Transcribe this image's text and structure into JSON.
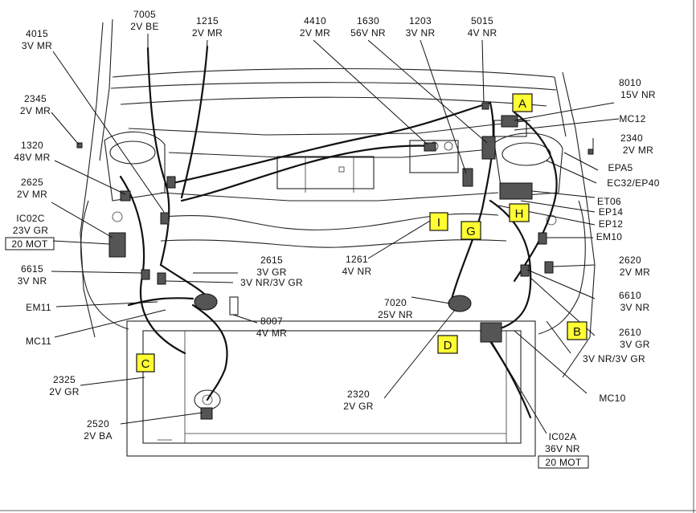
{
  "labels": {
    "c7005": {
      "code": "7005",
      "spec": "2V BE"
    },
    "c1215": {
      "code": "1215",
      "spec": "2V MR"
    },
    "c4015": {
      "code": "4015",
      "spec": "3V MR"
    },
    "c4410": {
      "code": "4410",
      "spec": "2V MR"
    },
    "c1630": {
      "code": "1630",
      "spec": "56V NR"
    },
    "c1203": {
      "code": "1203",
      "spec": "3V NR"
    },
    "c5015": {
      "code": "5015",
      "spec": "4V NR"
    },
    "c8010": {
      "code": "8010",
      "spec": "15V NR"
    },
    "c2345": {
      "code": "2345",
      "spec": "2V MR"
    },
    "c1320": {
      "code": "1320",
      "spec": "48V MR"
    },
    "c2625": {
      "code": "2625",
      "spec": "2V MR"
    },
    "ic02c": {
      "code": "IC02C",
      "spec": "23V GR",
      "note": "20 MOT"
    },
    "c6615": {
      "code": "6615",
      "spec": "3V NR"
    },
    "em11": {
      "code": "EM11"
    },
    "mc11": {
      "code": "MC11"
    },
    "c2615": {
      "code": "2615",
      "spec": "3V GR",
      "spec2": "3V NR/3V GR"
    },
    "c8007": {
      "code": "8007",
      "spec": "4V MR"
    },
    "c2325": {
      "code": "2325",
      "spec": "2V GR"
    },
    "c2520": {
      "code": "2520",
      "spec": "2V BA"
    },
    "c1261": {
      "code": "1261",
      "spec": "4V NR"
    },
    "c7020": {
      "code": "7020",
      "spec": "25V NR"
    },
    "c2320": {
      "code": "2320",
      "spec": "2V GR"
    },
    "mc12": {
      "code": "MC12"
    },
    "c2340": {
      "code": "2340",
      "spec": "2V MR"
    },
    "epa5": {
      "code": "EPA5"
    },
    "ec32": {
      "code": "EC32/EP40"
    },
    "et06": {
      "code": "ET06"
    },
    "ep14": {
      "code": "EP14"
    },
    "ep12": {
      "code": "EP12"
    },
    "em10": {
      "code": "EM10"
    },
    "c2620": {
      "code": "2620",
      "spec": "2V MR"
    },
    "c6610": {
      "code": "6610",
      "spec": "3V NR"
    },
    "c2610": {
      "code": "2610",
      "spec": "3V GR",
      "spec2": "3V NR/3V GR"
    },
    "mc10": {
      "code": "MC10"
    },
    "ic02a": {
      "code": "IC02A",
      "spec": "36V NR",
      "note": "20 MOT"
    }
  },
  "markers": {
    "a": "A",
    "b": "B",
    "c": "C",
    "d": "D",
    "g": "G",
    "h": "H",
    "i": "I"
  },
  "colors": {
    "marker_fill": "#ffff33",
    "line": "#111111"
  }
}
